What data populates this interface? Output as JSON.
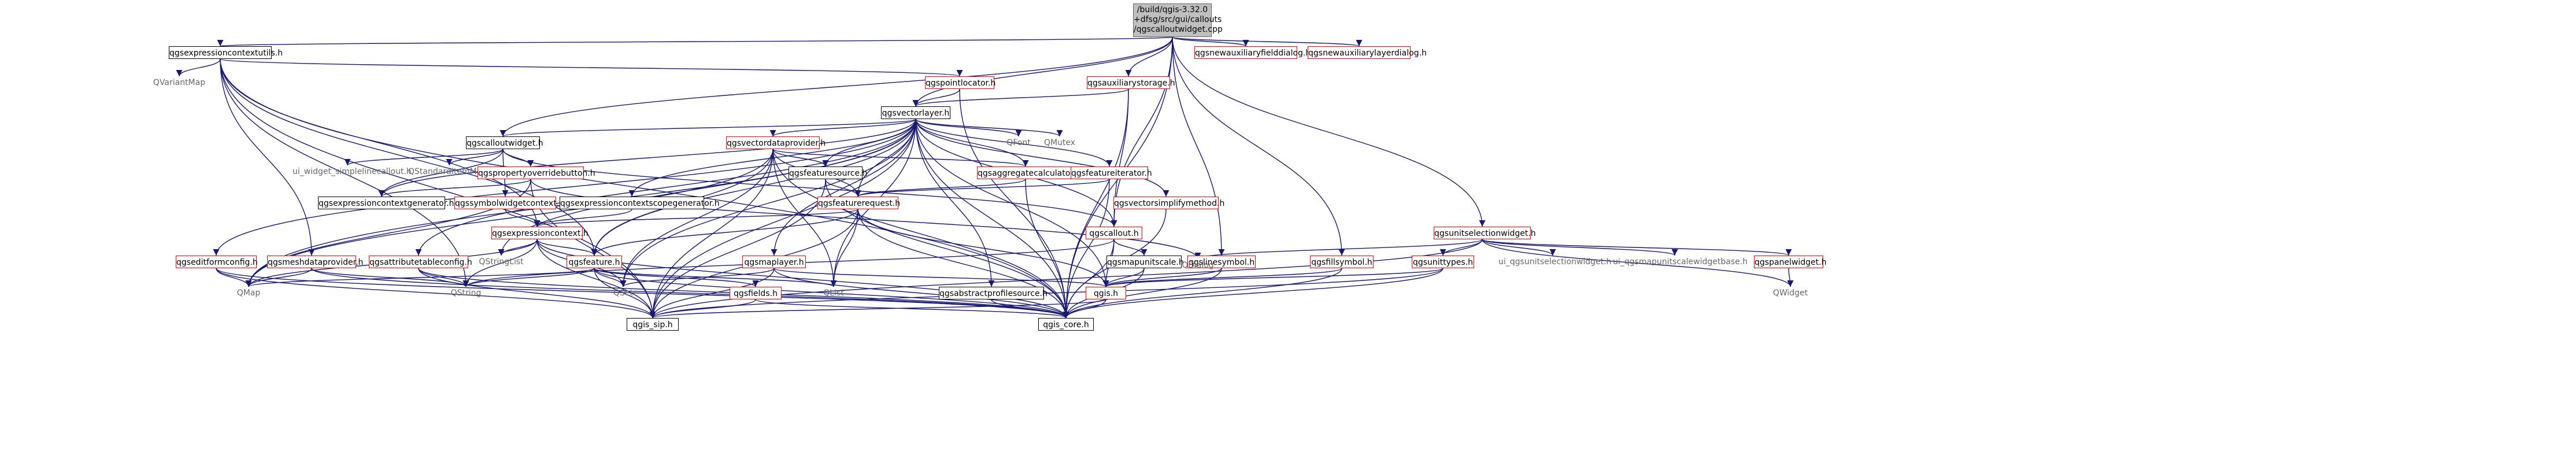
{
  "root": {
    "line1": "/build/qgis-3.32.0",
    "line2": "+dfsg/src/gui/callouts",
    "line3": "/qgscalloutwidget.cpp"
  },
  "nodes": {
    "qgsexpressioncontextutils": "qgsexpressioncontextutils.h",
    "qvariantmap": "QVariantMap",
    "qgspointlocator": "qgspointlocator.h",
    "qgsauxiliarystorage": "qgsauxiliarystorage.h",
    "qgsnewauxiliaryfielddialog": "qgsnewauxiliaryfielddialog.h",
    "qgsnewauxiliarylayerdialog": "qgsnewauxiliarylayerdialog.h",
    "qgsvectorlayer": "qgsvectorlayer.h",
    "qgscalloutwidget": "qgscalloutwidget.h",
    "qgsvectordataprovider": "qgsvectordataprovider.h",
    "qfont": "QFont",
    "qmutex": "QMutex",
    "ui_widget_simplelinecallout": "ui_widget_simplelinecallout.h",
    "qstandarditemmodel": "QStandardItemModel",
    "qgspropertyoverridebutton": "qgspropertyoverridebutton.h",
    "qgsfeaturesource": "qgsfeaturesource.h",
    "qgsaggregatecalculator": "qgsaggregatecalculator.h",
    "qgsfeatureiterator": "qgsfeatureiterator.h",
    "qgsexpressioncontextgenerator": "qgsexpressioncontextgenerator.h",
    "qgssymbolwidgetcontext": "qgssymbolwidgetcontext.h",
    "qgsexpressioncontextscopegenerator": "qgsexpressioncontextscopegenerator.h",
    "qgsfeaturerequest": "qgsfeaturerequest.h",
    "qgsvectorsimplifymethod": "qgsvectorsimplifymethod.h",
    "qgsexpressioncontext": "qgsexpressioncontext.h",
    "qgscallout": "qgscallout.h",
    "qgsunitselectionwidget": "qgsunitselectionwidget.h",
    "qgseditformconfig": "qgseditformconfig.h",
    "qgsmeshdataprovider": "qgsmeshdataprovider.h",
    "qgsattributetableconfig": "qgsattributetableconfig.h",
    "qstringlist": "QStringList",
    "qgsfeature": "qgsfeature.h",
    "qgsmaplayer": "qgsmaplayer.h",
    "qgsmapunitscale": "qgsmapunitscale.h",
    "qgslinesymbol": "qgslinesymbol.h",
    "qgsfillsymbol": "qgsfillsymbol.h",
    "qgsunittypes": "qgsunittypes.h",
    "qdialog": "QDialog",
    "ui_qgsunitselectionwidget": "ui_qgsunitselectionwidget.h",
    "ui_qgsmapunitscalewidgetbase": "ui_qgsmapunitscalewidgetbase.h",
    "qgspanelwidget": "qgspanelwidget.h",
    "qmap": "QMap",
    "qstring": "QString",
    "qset": "QSet",
    "qgsfields": "qgsfields.h",
    "qlist": "QList",
    "qgsabstractprofilesource": "qgsabstractprofilesource.h",
    "qgis": "qgis.h",
    "qwidget": "QWidget",
    "qgis_sip": "qgis_sip.h",
    "qgis_core": "qgis_core.h"
  },
  "colors": {
    "edge": "#191970",
    "red_border": "#ff0000",
    "black_border": "#000000",
    "gray_border": "#bfbfbf",
    "root_fill": "#bfbfbf",
    "plain_text": "#666666"
  }
}
